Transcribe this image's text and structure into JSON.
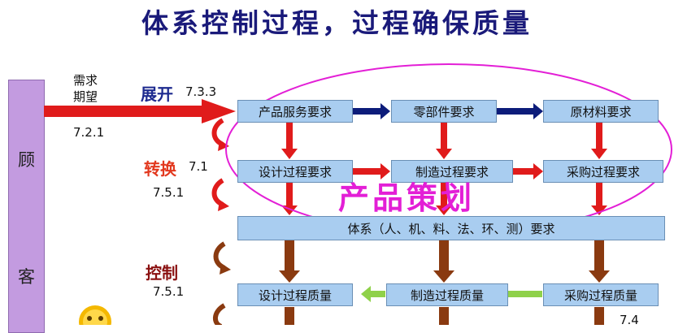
{
  "title": "体系控制过程，过程确保质量",
  "customer": {
    "chars": [
      "顾",
      "客"
    ]
  },
  "input": {
    "line1": "需求",
    "line2": "期望",
    "clause": "7.2.1"
  },
  "stages": [
    {
      "label": "展开",
      "clause": "7.3.3",
      "color": "#1d2a8f"
    },
    {
      "label": "转换",
      "clause": "7.1",
      "clause2": "7.5.1",
      "color": "#e2381e"
    },
    {
      "label": "控制",
      "clause": "7.5.1",
      "color": "#8a1010"
    }
  ],
  "rows": {
    "requirements": [
      "产品服务要求",
      "零部件要求",
      "原材料要求"
    ],
    "process": [
      "设计过程要求",
      "制造过程要求",
      "采购过程要求"
    ],
    "system": "体系（人、机、料、法、环、测）要求",
    "quality": [
      "设计过程质量",
      "制造过程质量",
      "采购过程质量"
    ]
  },
  "planning_label": "产品策划",
  "corner_clause": "7.4",
  "colors": {
    "title": "#1a1a7a",
    "box_fill": "#a9cdf0",
    "box_border": "#6a8fb5",
    "customer_bar": "#c39be0",
    "arrow_red": "#e01b1b",
    "arrow_navy": "#0c1c7a",
    "arrow_brown": "#8a3a10",
    "arrow_green": "#8fd14a",
    "ellipse": "#e31fd6",
    "smiley": "#f4b800"
  }
}
